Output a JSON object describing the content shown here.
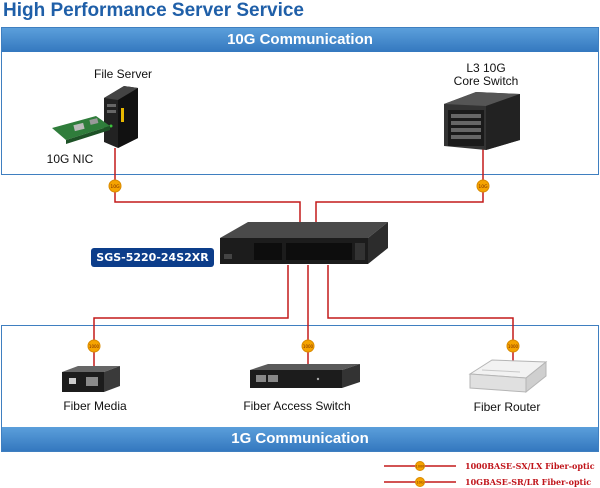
{
  "title": "High Performance Server Service",
  "zones": {
    "top": "10G Communication",
    "bottom": "1G Communication"
  },
  "devices": {
    "file_server": "File Server",
    "nic": "10G NIC",
    "core_switch_line1": "L3 10G",
    "core_switch_line2": "Core Switch",
    "model": "SGS-5220-24S2XR",
    "fiber_media": "Fiber Media",
    "fiber_access_switch": "Fiber Access Switch",
    "fiber_router": "Fiber Router"
  },
  "badges": {
    "ten_g": "10G",
    "one_g": "1000"
  },
  "legend": [
    {
      "badge": "1000",
      "text": "1000BASE-SX/LX Fiber-optic"
    },
    {
      "badge": "10G",
      "text": "10GBASE-SR/LR Fiber-optic"
    }
  ],
  "colors": {
    "link": "#c41a1a",
    "badge": "#f5a300",
    "header": "#3f7fc0",
    "title": "#1f5fa8",
    "model_bg": "#0c3d8a"
  }
}
